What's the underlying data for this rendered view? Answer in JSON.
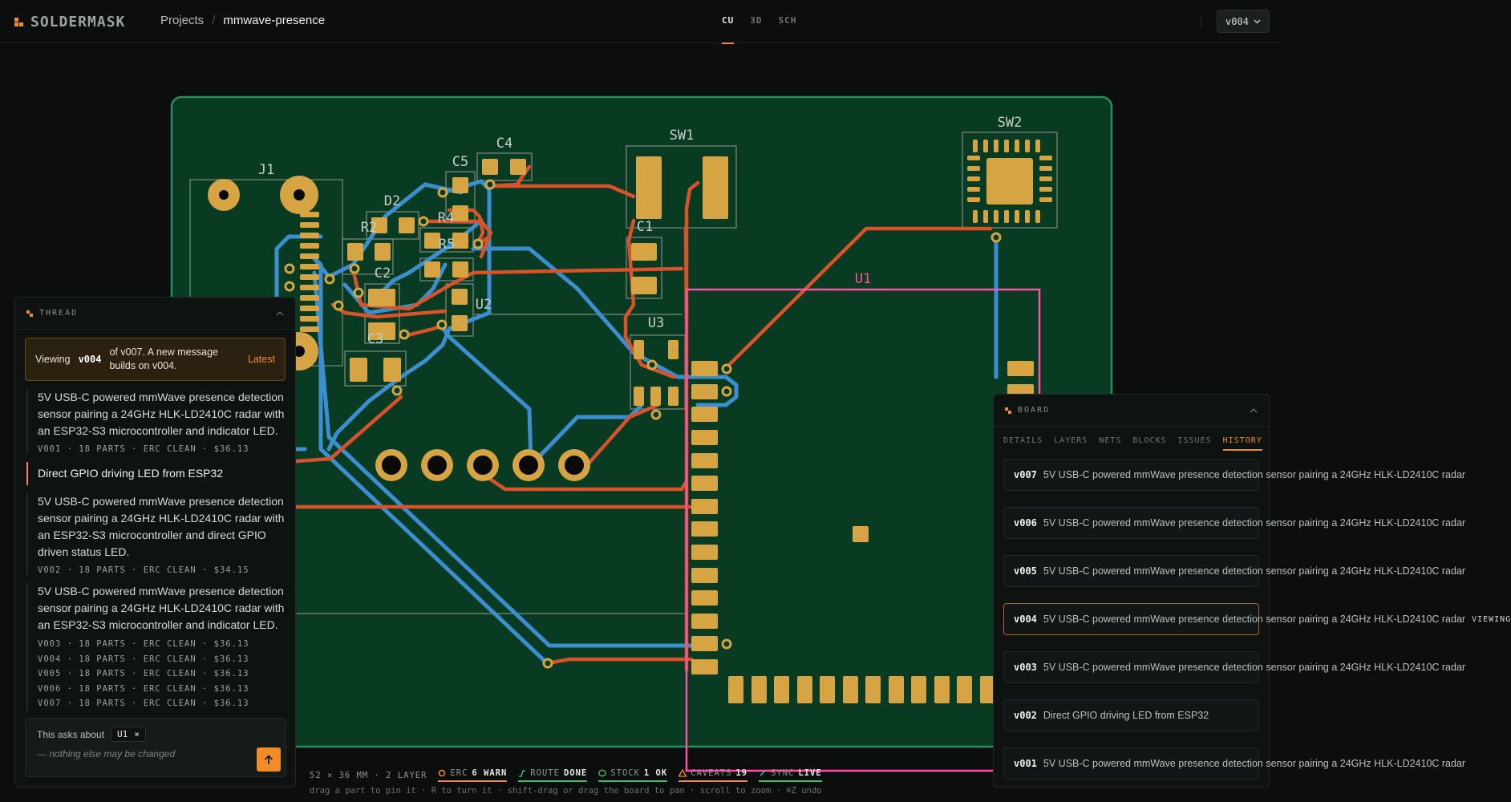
{
  "app": {
    "name": "SOLDERMASK"
  },
  "breadcrumb": {
    "projects": "Projects",
    "separator": "/",
    "project": "mmwave-presence"
  },
  "view_tabs": [
    {
      "label": "CU",
      "active": true
    },
    {
      "label": "3D",
      "active": false
    },
    {
      "label": "SCH",
      "active": false
    }
  ],
  "version_select": {
    "value": "v004"
  },
  "board": {
    "refdes": {
      "J1": "J1",
      "D2": "D2",
      "R2": "R2",
      "R4": "R4",
      "R5": "R5",
      "C2": "C2",
      "C3": "C3",
      "C4": "C4",
      "C5": "C5",
      "U2": "U2",
      "SW1": "SW1",
      "C1": "C1",
      "U3": "U3",
      "U1": "U1",
      "SW2": "SW2"
    },
    "colors": {
      "board": "#093a22",
      "edge": "#2f8a5c",
      "copper": "#d6a443",
      "trace_top": "#d9532a",
      "trace_bottom": "#3b8ed0",
      "highlight": "#ff4fa8",
      "silk": "#8c9a93"
    }
  },
  "thread": {
    "title": "THREAD",
    "notice": {
      "prefix": "Viewing",
      "version": "v004",
      "message": "of v007. A new message builds on v004.",
      "action": "Latest"
    },
    "messages": [
      {
        "text": "5V USB-C powered mmWave presence detection sensor pairing a 24GHz HLK-LD2410C radar with an ESP32-S3 microcontroller and indicator LED.",
        "meta": "V001 · 18 PARTS · ERC CLEAN · $36.13"
      },
      {
        "prompt": "Direct GPIO driving LED from ESP32"
      },
      {
        "text": "5V USB-C powered mmWave presence detection sensor pairing a 24GHz HLK-LD2410C radar with an ESP32-S3 microcontroller and direct GPIO driven status LED.",
        "meta": "V002 · 18 PARTS · ERC CLEAN · $34.15"
      },
      {
        "text": "5V USB-C powered mmWave presence detection sensor pairing a 24GHz HLK-LD2410C radar with an ESP32-S3 microcontroller and indicator LED.",
        "metas": [
          "V003 · 18 PARTS · ERC CLEAN · $36.13",
          "V004 · 18 PARTS · ERC CLEAN · $36.13",
          "V005 · 18 PARTS · ERC CLEAN · $36.13",
          "V006 · 18 PARTS · ERC CLEAN · $36.13",
          "V007 · 18 PARTS · ERC CLEAN · $36.13"
        ]
      }
    ],
    "composer": {
      "context_label": "This asks about",
      "chip": "U1",
      "chip_close": "×",
      "note": "— nothing else may be changed"
    }
  },
  "board_panel": {
    "title": "BOARD",
    "tabs": [
      {
        "label": "DETAILS",
        "active": false
      },
      {
        "label": "LAYERS",
        "active": false
      },
      {
        "label": "NETS",
        "active": false
      },
      {
        "label": "BLOCKS",
        "active": false
      },
      {
        "label": "ISSUES",
        "active": false
      },
      {
        "label": "HISTORY",
        "active": true
      }
    ],
    "history": [
      {
        "version": "v007",
        "desc": "5V USB-C powered mmWave presence detection sensor pairing a 24GHz HLK-LD2410C radar"
      },
      {
        "version": "v006",
        "desc": "5V USB-C powered mmWave presence detection sensor pairing a 24GHz HLK-LD2410C radar"
      },
      {
        "version": "v005",
        "desc": "5V USB-C powered mmWave presence detection sensor pairing a 24GHz HLK-LD2410C radar"
      },
      {
        "version": "v004",
        "desc": "5V USB-C powered mmWave presence detection sensor pairing a 24GHz HLK-LD2410C radar",
        "tag": "VIEWING"
      },
      {
        "version": "v003",
        "desc": "5V USB-C powered mmWave presence detection sensor pairing a 24GHz HLK-LD2410C radar"
      },
      {
        "version": "v002",
        "desc": "Direct GPIO driving LED from ESP32"
      },
      {
        "version": "v001",
        "desc": "5V USB-C powered mmWave presence detection sensor pairing a 24GHz HLK-LD2410C radar"
      }
    ]
  },
  "status": {
    "dims": "52 × 36 MM · 2 LAYER",
    "items": [
      {
        "icon": "erc-icon",
        "label": "ERC",
        "value": "6 WARN",
        "color": "#f28c28"
      },
      {
        "icon": "route-icon",
        "label": "ROUTE",
        "value": "DONE",
        "color": "#3fbf74"
      },
      {
        "icon": "stock-icon",
        "label": "STOCK",
        "value": "1 OK",
        "color": "#3fbf74"
      },
      {
        "icon": "caveats-icon",
        "label": "CAVEATS",
        "value": "19",
        "color": "#f28c28"
      },
      {
        "icon": "sync-icon",
        "label": "SYNC",
        "value": "LIVE",
        "color": "#3fbf74"
      }
    ],
    "hint": "drag a part to pin it · R to turn it · shift-drag or drag the board to pan · scroll to zoom · ⌘Z undo"
  }
}
